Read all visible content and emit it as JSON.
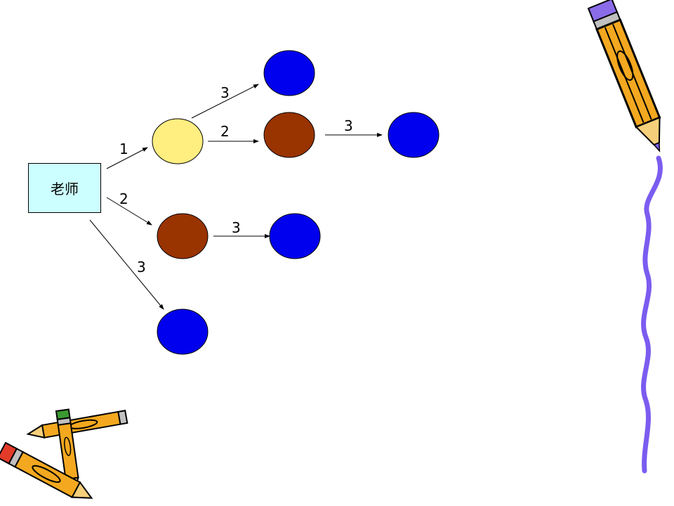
{
  "diagram": {
    "root": {
      "label": "老师",
      "fill": "#ccffff"
    },
    "node_colors": {
      "yellow": "#ffee80",
      "brown": "#993300",
      "blue": "#0000ee"
    },
    "edge_labels": {
      "root_to_yellow": "1",
      "root_to_brown": "2",
      "root_to_bottom_blue": "3",
      "yellow_to_top_blue": "3",
      "yellow_to_brown": "2",
      "brown_to_right_blue": "3",
      "lower_brown_to_blue": "3"
    }
  },
  "decorations": {
    "top_right": "pencil-clipart",
    "right_edge": "wavy-purple-line",
    "bottom_left": "crossed-pencils-clipart",
    "line_color": "#7b5cf0"
  }
}
